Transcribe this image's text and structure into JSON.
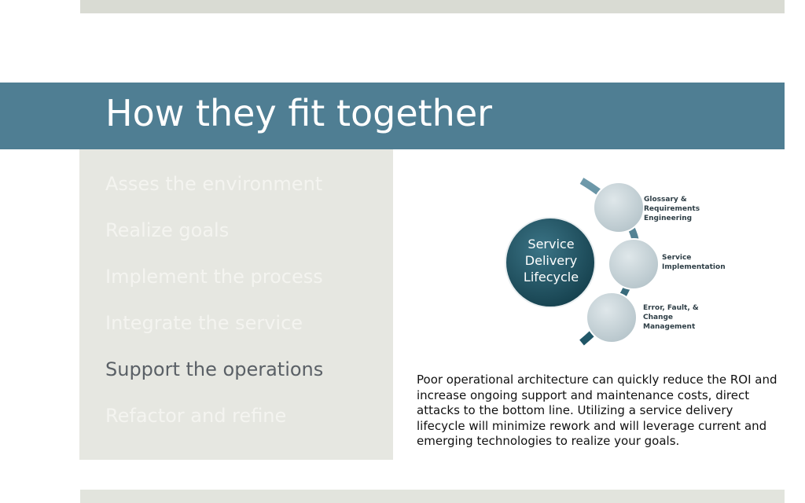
{
  "slide": {
    "title": "How they fit together",
    "agenda": [
      {
        "label": "Asses the environment",
        "active": false
      },
      {
        "label": "Realize goals",
        "active": false
      },
      {
        "label": "Implement the process",
        "active": false
      },
      {
        "label": "Integrate the service",
        "active": false
      },
      {
        "label": "Support the operations",
        "active": true
      },
      {
        "label": "Refactor and refine",
        "active": false
      }
    ],
    "diagram": {
      "hub": "Service Delivery Lifecycle",
      "hub_lines": [
        "Service",
        "Delivery",
        "Lifecycle"
      ],
      "nodes": [
        {
          "label_lines": [
            "Glossary &",
            "Requirements",
            "Engineering"
          ]
        },
        {
          "label_lines": [
            "Service",
            "Implementation"
          ]
        },
        {
          "label_lines": [
            "Error, Fault, &",
            "Change",
            "Management"
          ]
        }
      ]
    },
    "body": "Poor operational architecture can quickly reduce the ROI and increase ongoing support and maintenance costs, direct attacks to the bottom line.  Utilizing a service delivery lifecycle will minimize rework and will leverage current and emerging technologies to realize your goals."
  },
  "colors": {
    "title_band": "#4f7e93",
    "panel": "#e6e7e1",
    "hub": "#1f5566",
    "node": "#c7d3d8"
  }
}
